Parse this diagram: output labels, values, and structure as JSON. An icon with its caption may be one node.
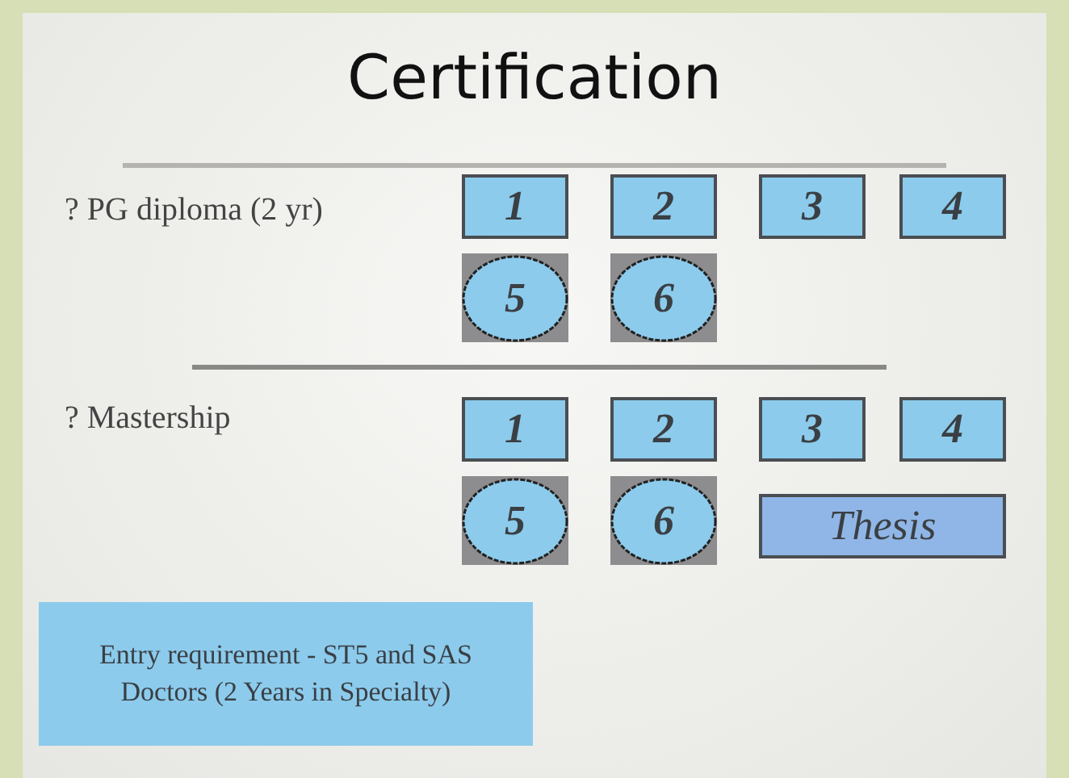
{
  "diagram": {
    "title": "Certification",
    "nodes": [
      {
        "text": [
          "1"
        ]
      },
      {
        "text": [
          "2"
        ]
      },
      {
        "text": [
          "3"
        ]
      },
      {
        "text": [
          "4"
        ]
      },
      {
        "text": [
          "5"
        ]
      },
      {
        "text": [
          "6"
        ]
      },
      {
        "text": [
          "1"
        ]
      },
      {
        "text": [
          "2"
        ]
      },
      {
        "text": [
          "3"
        ]
      },
      {
        "text": [
          "4"
        ]
      },
      {
        "text": [
          "5"
        ]
      },
      {
        "text": [
          "6"
        ]
      },
      {
        "text": [
          "Thesis"
        ]
      },
      {
        "text": [
          "Entry requirement - ST5 and SAS Doctors (2 Years in Specialty)"
        ]
      }
    ],
    "labels": [
      "? PG diploma (2 yr)",
      "? Mastership"
    ]
  }
}
